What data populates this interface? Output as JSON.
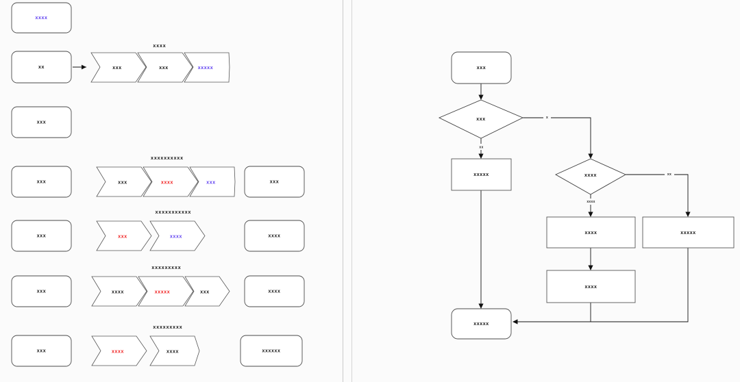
{
  "page": {
    "background": "#fbfbfb",
    "divider_color": "#c9c9c9",
    "colors": {
      "text": "#111111",
      "blue": "#5b3bf0",
      "red": "#f01818",
      "stroke": "#555555"
    }
  },
  "left_panel": {
    "name": "process-lane-diagram",
    "rows": [
      {
        "id": "row-0",
        "left_box": {
          "label": "xxxx",
          "color": "blue"
        },
        "group_label": "",
        "chevrons": [],
        "right_box": null,
        "has_connector": false
      },
      {
        "id": "row-1",
        "left_box": {
          "label": "xx",
          "color": "black"
        },
        "group_label": "xxxx",
        "chevrons": [
          {
            "label": "xxx",
            "color": "black"
          },
          {
            "label": "xxx",
            "color": "black"
          },
          {
            "label": "xxxxx",
            "color": "blue"
          }
        ],
        "right_box": null,
        "has_connector": true
      },
      {
        "id": "row-2",
        "left_box": {
          "label": "xxx",
          "color": "black"
        },
        "group_label": "",
        "chevrons": [],
        "right_box": null,
        "has_connector": false
      },
      {
        "id": "row-3",
        "left_box": {
          "label": "xxx",
          "color": "black"
        },
        "group_label": "xxxxxxxxxx",
        "chevrons": [
          {
            "label": "xxx",
            "color": "black"
          },
          {
            "label": "xxxx",
            "color": "red"
          },
          {
            "label": "xxx",
            "color": "blue"
          }
        ],
        "right_box": {
          "label": "xxx",
          "color": "black"
        },
        "has_connector": false
      },
      {
        "id": "row-4",
        "left_box": {
          "label": "xxx",
          "color": "black"
        },
        "group_label": "xxxxxxxxxxx",
        "chevrons": [
          {
            "label": "xxx",
            "color": "red"
          },
          {
            "label": "xxxx",
            "color": "blue"
          }
        ],
        "right_box": {
          "label": "xxxx",
          "color": "black"
        },
        "has_connector": false
      },
      {
        "id": "row-5",
        "left_box": {
          "label": "xxx",
          "color": "black"
        },
        "group_label": "xxxxxxxxx",
        "chevrons": [
          {
            "label": "xxxx",
            "color": "black"
          },
          {
            "label": "xxxxx",
            "color": "red"
          },
          {
            "label": "xxx",
            "color": "black"
          }
        ],
        "right_box": {
          "label": "xxxx",
          "color": "black"
        },
        "has_connector": false
      },
      {
        "id": "row-6",
        "left_box": {
          "label": "xxx",
          "color": "black"
        },
        "group_label": "xxxxxxxxx",
        "chevrons": [
          {
            "label": "xxxx",
            "color": "red"
          },
          {
            "label": "xxxx",
            "color": "black"
          }
        ],
        "right_box": {
          "label": "xxxxxx",
          "color": "black"
        },
        "has_connector": false
      }
    ]
  },
  "right_panel": {
    "name": "decision-flowchart",
    "nodes": [
      {
        "id": "n-start",
        "shape": "rounded-rect",
        "label": "xxx"
      },
      {
        "id": "n-dec-1",
        "shape": "diamond",
        "label": "xxx"
      },
      {
        "id": "n-proc-a",
        "shape": "rect",
        "label": "xxxxx"
      },
      {
        "id": "n-dec-2",
        "shape": "diamond",
        "label": "xxxx"
      },
      {
        "id": "n-proc-b",
        "shape": "rect",
        "label": "xxxx"
      },
      {
        "id": "n-proc-c",
        "shape": "rect",
        "label": "xxxxx"
      },
      {
        "id": "n-proc-d",
        "shape": "rect",
        "label": "xxxx"
      },
      {
        "id": "n-end",
        "shape": "rounded-rect",
        "label": "xxxxx"
      }
    ],
    "edge_labels": [
      {
        "id": "e-dec1-yes",
        "label": "xx"
      },
      {
        "id": "e-dec1-no",
        "label": "x"
      },
      {
        "id": "e-dec2-yes",
        "label": "xxxx"
      },
      {
        "id": "e-dec2-no",
        "label": "xx"
      }
    ]
  }
}
